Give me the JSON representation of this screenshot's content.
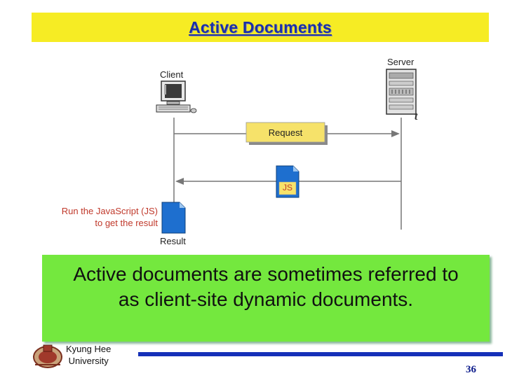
{
  "slide": {
    "title": "Active Documents",
    "message": "Active documents are sometimes referred to as client-site dynamic documents.",
    "page_number": "36",
    "stray_char": "t"
  },
  "diagram": {
    "client_label": "Client",
    "server_label": "Server",
    "request_label": "Request",
    "js_label": "JS",
    "run_js_line1": "Run the JavaScript (JS)",
    "run_js_line2": "to get the result",
    "result_label": "Result"
  },
  "footer": {
    "university_line1": "Kyung Hee",
    "university_line2": "University"
  },
  "colors": {
    "title_bg": "#f6ec24",
    "title_text": "#1a2fa8",
    "message_bg": "#74e83e",
    "request_box": "#f6e26a",
    "rule": "#1530b8",
    "label_orange": "#c0392b"
  },
  "icons": [
    "client-computer-icon",
    "server-tower-icon",
    "js-document-icon",
    "result-document-icon",
    "university-seal-icon"
  ]
}
